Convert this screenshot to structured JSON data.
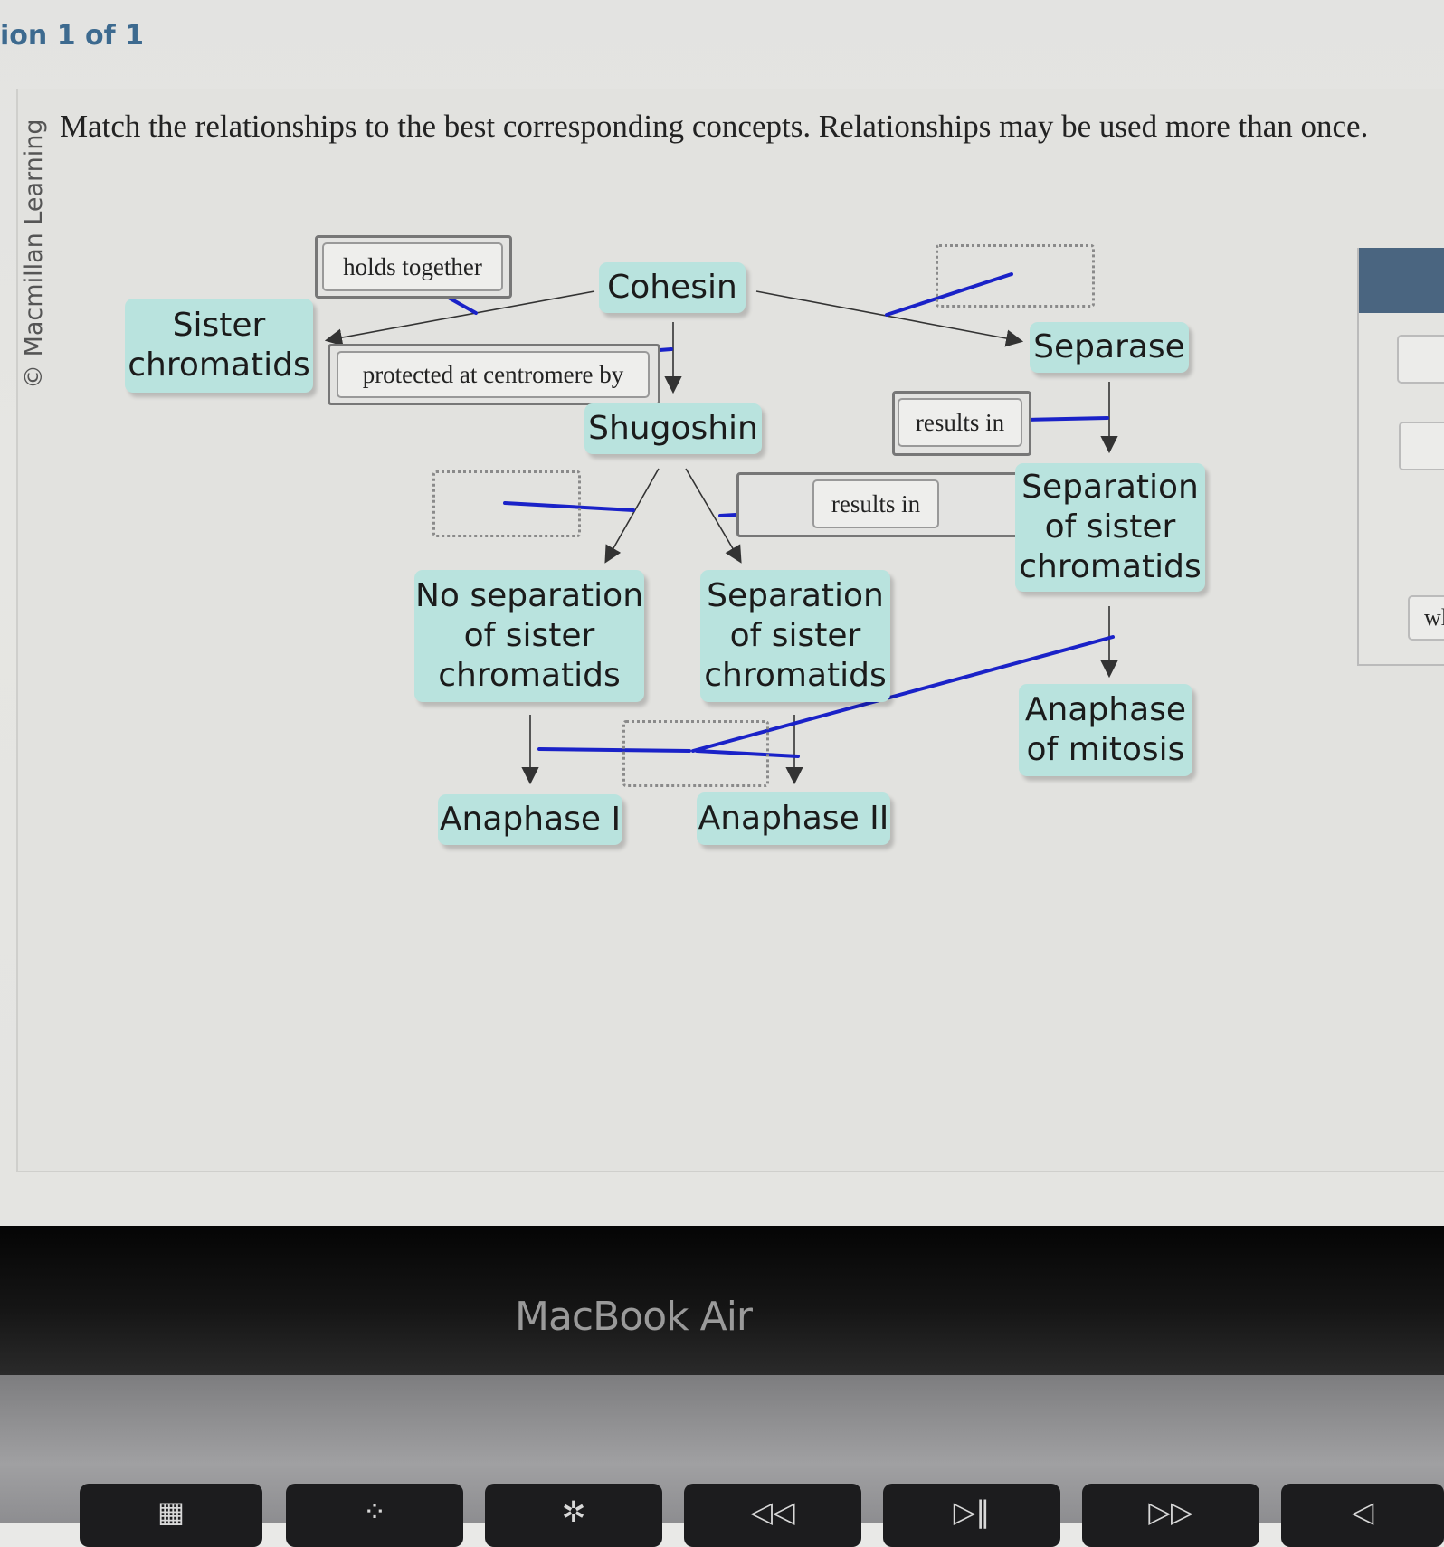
{
  "header": {
    "question_counter": "ion 1 of 1"
  },
  "copyright": "© Macmillan Learning",
  "instructions": "Match the relationships to the best corresponding concepts. Relationships may be used more than once.",
  "concepts": {
    "sister_chromatids": "Sister\nchromatids",
    "cohesin": "Cohesin",
    "separase": "Separase",
    "shugoshin": "Shugoshin",
    "separation_right": "Separation\nof sister\nchromatids",
    "no_separation": "No separation\nof sister\nchromatids",
    "separation_mid": "Separation\nof sister\nchromatids",
    "anaphase_mitosis": "Anaphase\nof mitosis",
    "anaphase_1": "Anaphase I",
    "anaphase_2": "Anaphase II"
  },
  "chips": {
    "holds_together": "holds together",
    "protected_by": "protected at centromere by",
    "results_in_upper": "results in",
    "results_in_lower": "results in"
  },
  "right_panel": {
    "partial_text": "wl"
  },
  "laptop": {
    "brand": "MacBook Air"
  },
  "keys": [
    {
      "icon": "mission-control-icon",
      "glyph": "▦"
    },
    {
      "icon": "brightness-down-icon",
      "glyph": "⁘"
    },
    {
      "icon": "brightness-up-icon",
      "glyph": "✲"
    },
    {
      "icon": "rewind-icon",
      "glyph": "◁◁"
    },
    {
      "icon": "play-pause-icon",
      "glyph": "▷‖"
    },
    {
      "icon": "fast-forward-icon",
      "glyph": "▷▷"
    },
    {
      "icon": "mute-icon",
      "glyph": "◁"
    }
  ],
  "colors": {
    "concept_fill": "#b9e3de",
    "drawn_line": "#1a22c8",
    "header_bar": "#4a6580"
  }
}
